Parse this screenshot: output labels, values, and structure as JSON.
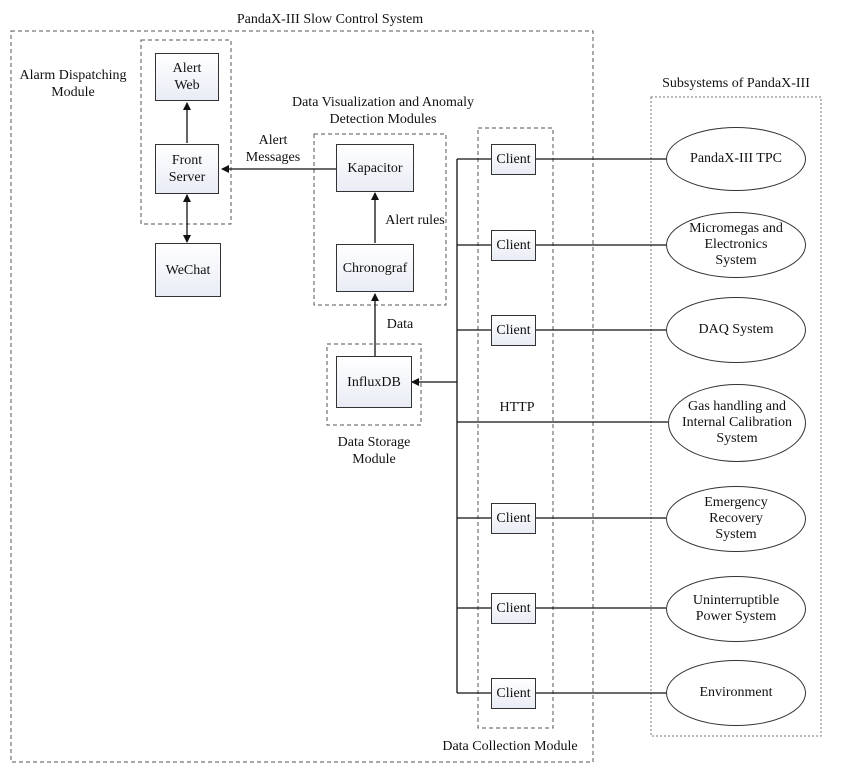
{
  "system": {
    "title": "PandaX-III Slow Control System"
  },
  "subsystems_panel": {
    "title": "Subsystems of PandaX-III",
    "items": [
      {
        "name": "PandaX-III  TPC"
      },
      {
        "name": "Micromegas and Electronics System"
      },
      {
        "name": "DAQ System"
      },
      {
        "name": "Gas handling and Internal Calibration System"
      },
      {
        "name": "Emergency Recovery System"
      },
      {
        "name": "Uninterruptible Power System"
      },
      {
        "name": "Environment"
      }
    ]
  },
  "alarm_module": {
    "title": "Alarm Dispatching Module",
    "alert_web": "Alert Web",
    "front_server": "Front Server",
    "wechat": "WeChat"
  },
  "visualization_module": {
    "title": "Data Visualization and Anomaly Detection Modules",
    "kapacitor": "Kapacitor",
    "chronograf": "Chronograf",
    "alert_rules": "Alert rules"
  },
  "storage_module": {
    "title": "Data Storage Module",
    "influxdb": "InfluxDB"
  },
  "collection_module": {
    "title": "Data Collection Module",
    "client_label": "Client",
    "protocol": "HTTP"
  },
  "edges": {
    "alert_messages": "Alert Messages",
    "data": "Data"
  }
}
